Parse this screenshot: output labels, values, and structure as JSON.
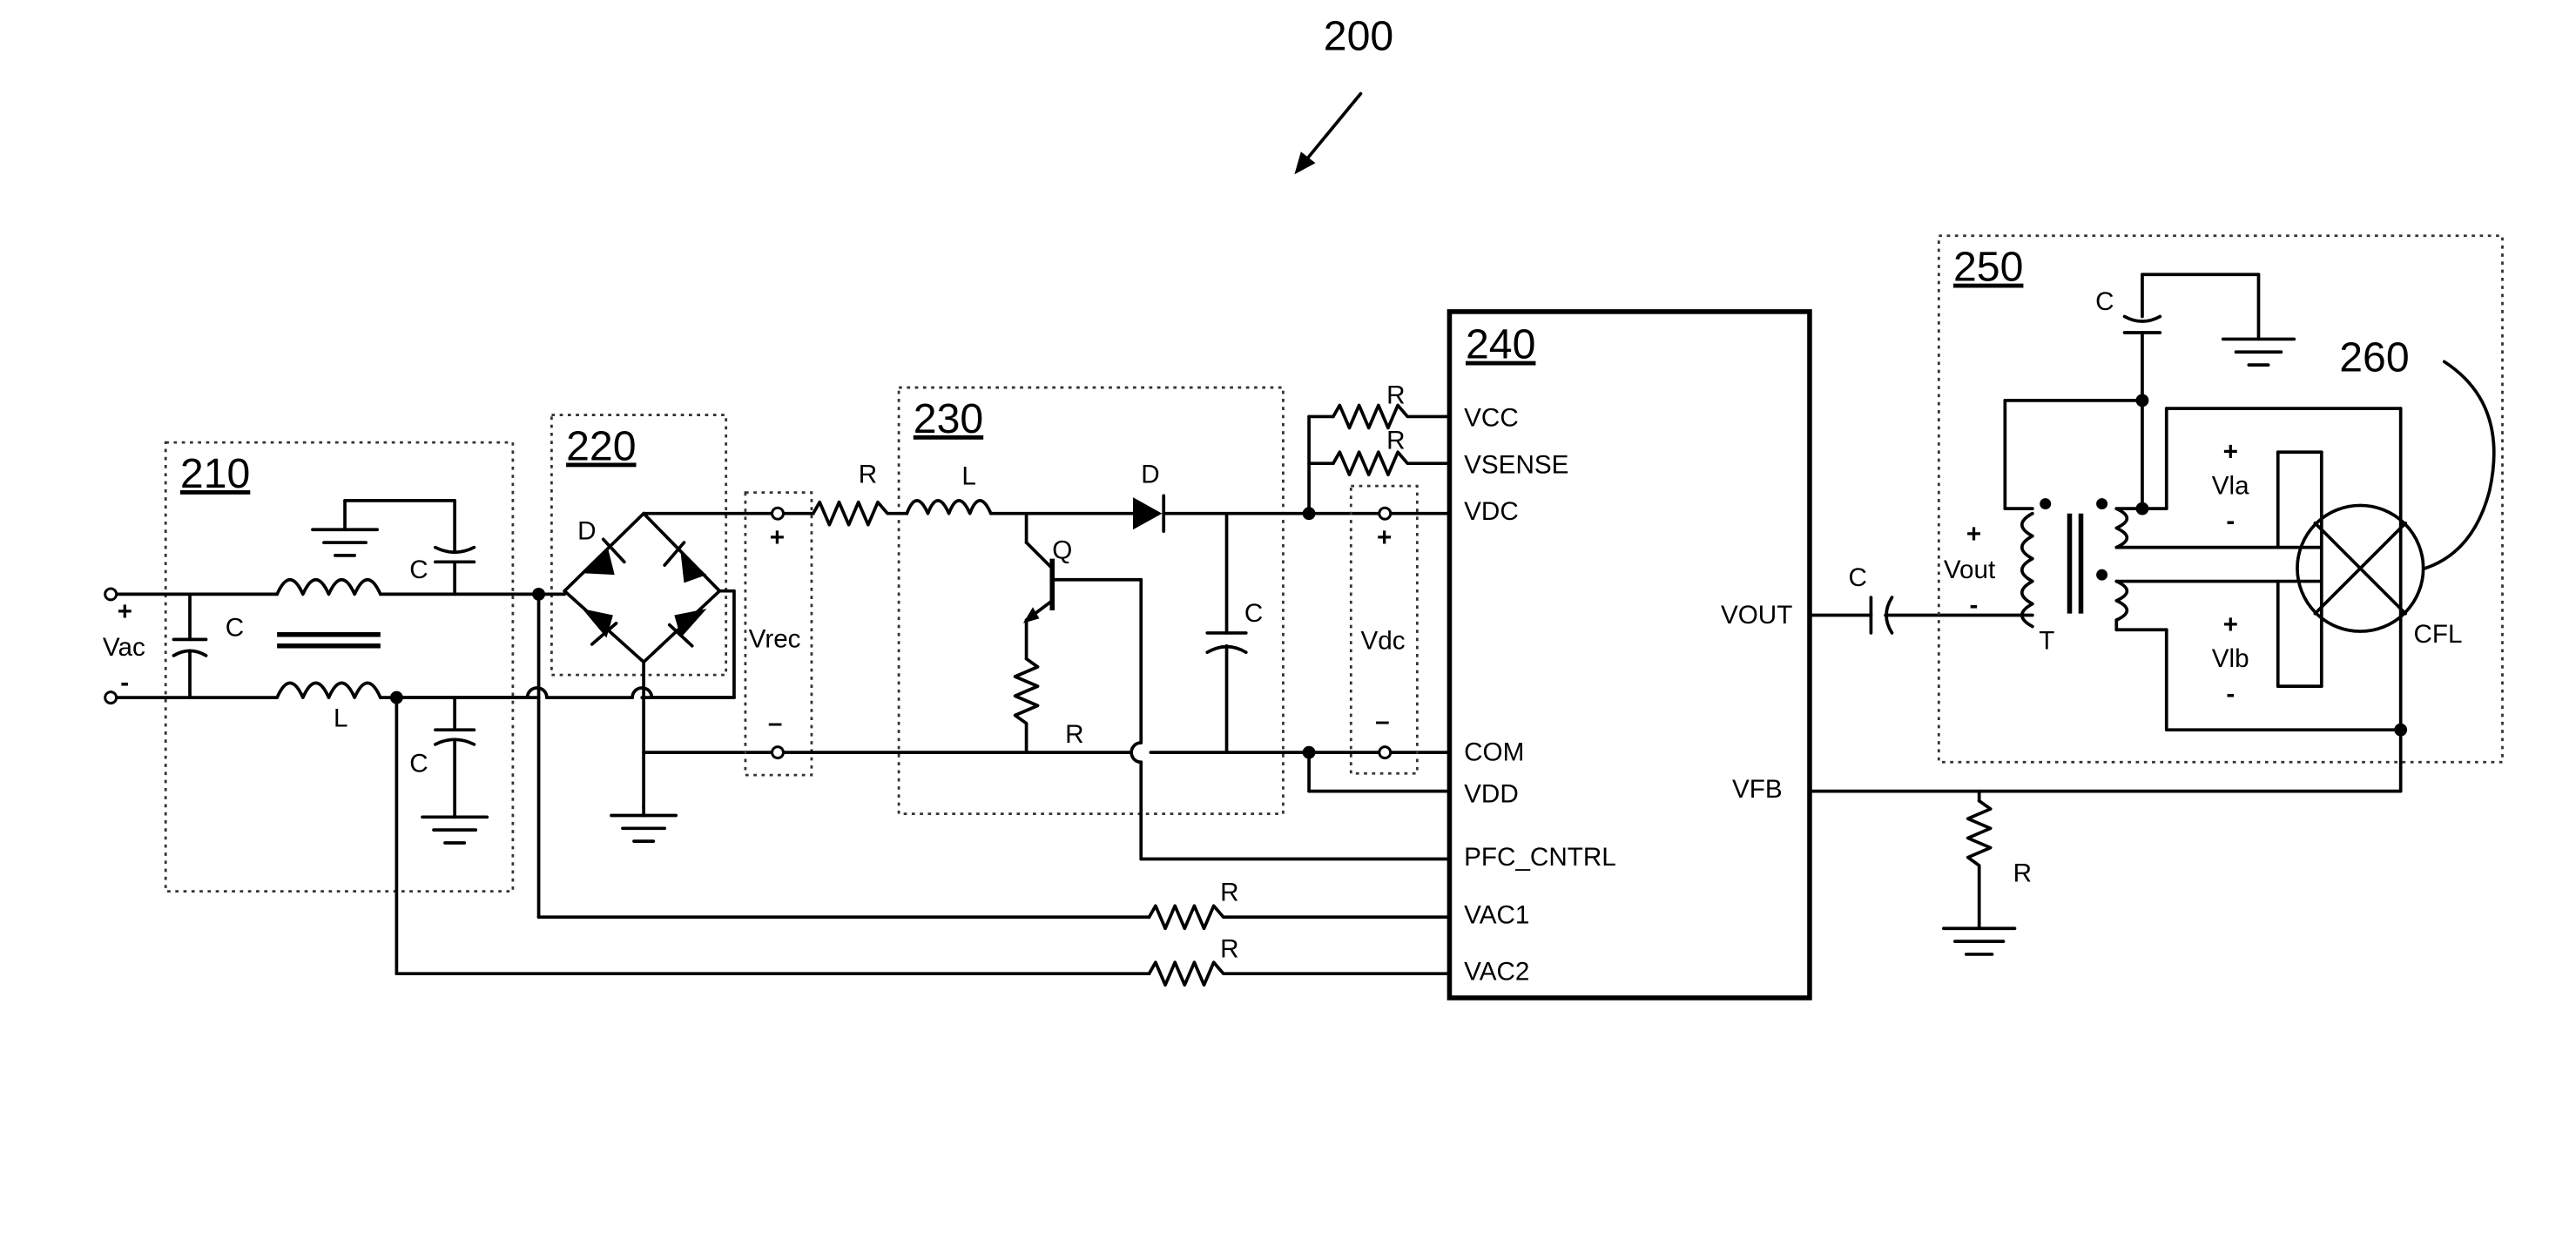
{
  "figure": {
    "ref": "200"
  },
  "blocks": {
    "b210": "210",
    "b220": "220",
    "b230": "230",
    "b240": "240",
    "b250": "250",
    "lamp_ref": "260"
  },
  "ic_pins_left": [
    "VCC",
    "VSENSE",
    "VDC",
    "COM",
    "VDD",
    "PFC_CNTRL",
    "VAC1",
    "VAC2"
  ],
  "ic_pins_right": [
    "VOUT",
    "VFB"
  ],
  "components": {
    "cap": "C",
    "ind": "L",
    "res": "R",
    "diode": "D",
    "transistor": "Q",
    "transformer": "T",
    "lamp": "CFL"
  },
  "voltages": {
    "vac": "Vac",
    "vrec": "Vrec",
    "vdc": "Vdc",
    "vout": "Vout",
    "vla": "Vla",
    "vlb": "Vlb"
  },
  "signs": {
    "plus": "+",
    "minus": "-",
    "minus_long": "–"
  }
}
